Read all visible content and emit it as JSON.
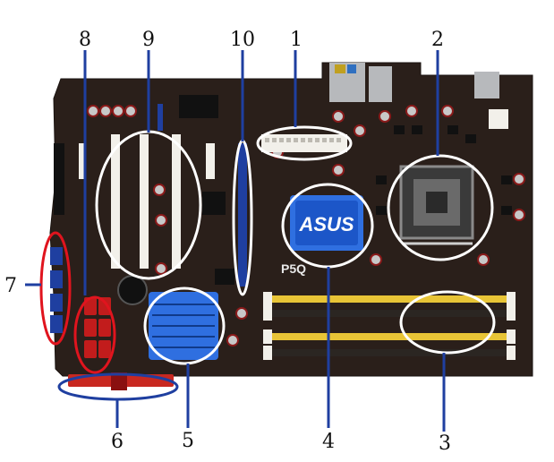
{
  "colors": {
    "board": "#2a1f1a",
    "board_edge": "#1a1310",
    "pci_slot": "#f2f0ea",
    "pcie_slot": "#1f3fa0",
    "heatsink": "#2f6fe0",
    "dimm_yellow": "#e8c436",
    "dimm_dark": "#2b2622",
    "sata_red": "#c21c1c",
    "ide_red": "#c82820",
    "highlight": "#ffffff",
    "callout_red": "#e0141e",
    "callout_blue": "#1f3fa0",
    "io_metal": "#b7b9bc"
  },
  "brand": {
    "logo_text": "ASUS",
    "model_text": "P5Q"
  },
  "labels": [
    {
      "id": "1",
      "text": "1"
    },
    {
      "id": "2",
      "text": "2"
    },
    {
      "id": "3",
      "text": "3"
    },
    {
      "id": "4",
      "text": "4"
    },
    {
      "id": "5",
      "text": "5"
    },
    {
      "id": "6",
      "text": "6"
    },
    {
      "id": "7",
      "text": "7"
    },
    {
      "id": "8",
      "text": "8"
    },
    {
      "id": "9",
      "text": "9"
    },
    {
      "id": "10",
      "text": "10"
    }
  ]
}
